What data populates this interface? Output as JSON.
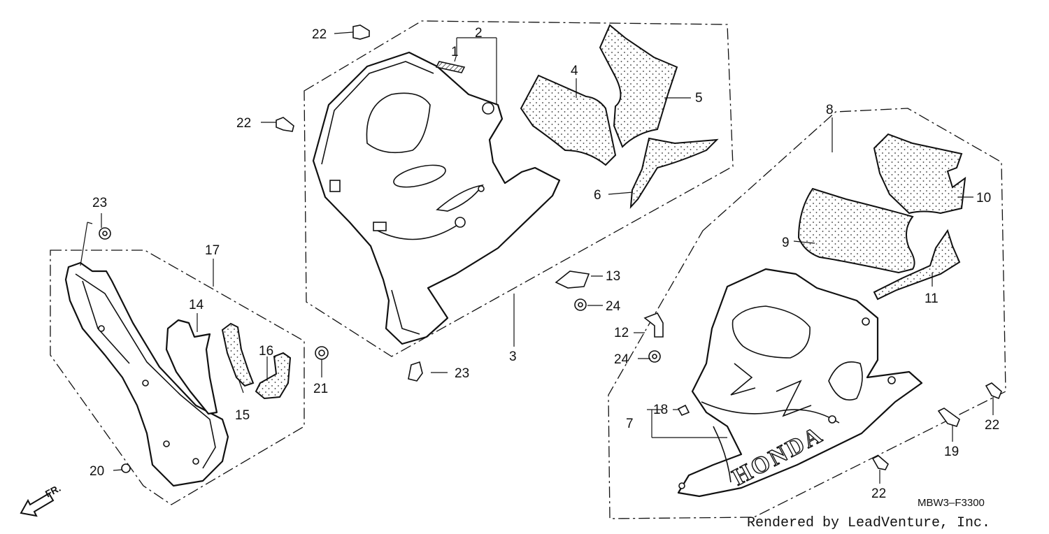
{
  "diagram": {
    "code": "MBW3–F3300",
    "credit": "Rendered by LeadVenture, Inc.",
    "direction_label": "FR.",
    "brand_mark": "HONDA",
    "callouts": [
      "1",
      "2",
      "3",
      "4",
      "5",
      "6",
      "7",
      "8",
      "9",
      "10",
      "11",
      "12",
      "13",
      "14",
      "15",
      "16",
      "17",
      "18",
      "19",
      "20",
      "21",
      "22",
      "22",
      "22",
      "22",
      "23",
      "23",
      "24",
      "24"
    ]
  }
}
